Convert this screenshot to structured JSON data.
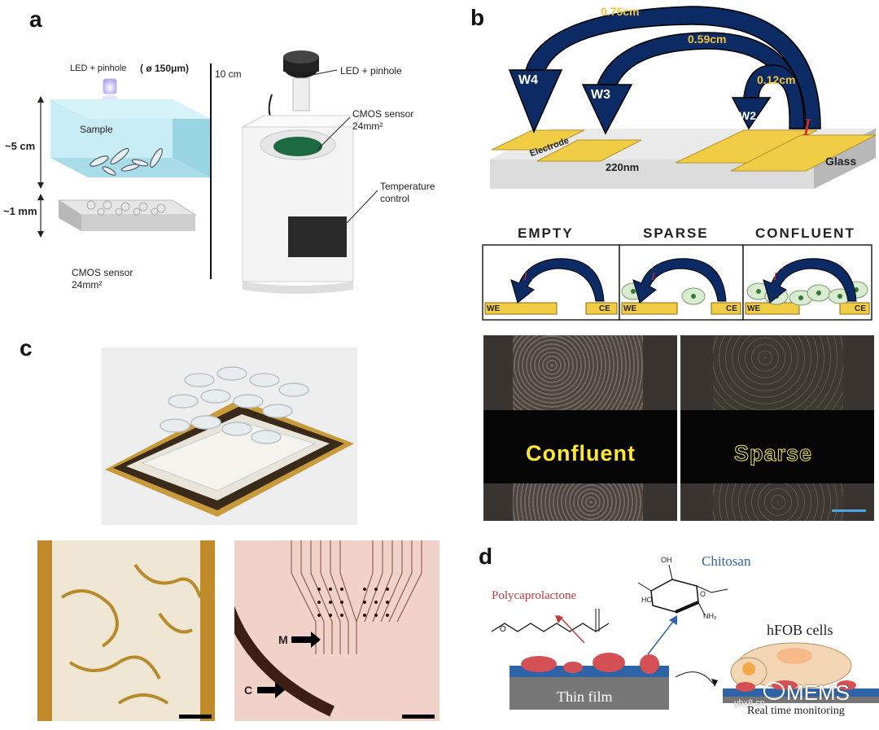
{
  "panel_a": {
    "letter": "a",
    "led_pinhole_left": "LED + pinhole",
    "pinhole_diameter": "( ø 150μm)",
    "sample": "Sample",
    "dim_5cm": "~5 cm",
    "dim_1mm": "~1 mm",
    "cmos_left_line1": "CMOS sensor",
    "cmos_left_line2": "24mm²",
    "height_10cm": "10 cm",
    "led_pinhole_right": "LED + pinhole",
    "cmos_right_line1": "CMOS sensor",
    "cmos_right_line2": "24mm²",
    "temp_line1": "Temperature",
    "temp_line2": "control"
  },
  "panel_b": {
    "letter": "b",
    "dist_w4": "0.75cm",
    "dist_w3": "0.59cm",
    "dist_w2": "0.12cm",
    "w4": "W4",
    "w3": "W3",
    "w2": "W2",
    "current": "I",
    "electrode": "Electrode",
    "thickness": "220nm",
    "glass": "Glass",
    "state_empty": "EMPTY",
    "state_sparse": "SPARSE",
    "state_confluent": "CONFLUENT",
    "we": "WE",
    "ce": "CE",
    "photo_confluent": "Confluent",
    "photo_sparse": "Sparse"
  },
  "panel_c": {
    "letter": "c",
    "label_m": "M",
    "label_c": "C"
  },
  "panel_d": {
    "letter": "d",
    "chitosan": "Chitosan",
    "polycaprolactone": "Polycaprolactone",
    "hfob": "hFOB cells",
    "thin_film": "Thin film",
    "monitoring": "Real time monitoring",
    "oh": "OH",
    "ho": "HO",
    "nh2": "NH₂",
    "o": "O"
  },
  "watermark": {
    "brand": "MEMS",
    "site": "ybx8.cn"
  },
  "colors": {
    "navy_arrow": "#0c2a63",
    "gold_electrode": "#f1cc45",
    "orange_label": "#f3c23a",
    "red_current": "#d42a2a",
    "chitosan_blue": "#2f63a8",
    "pcl_red": "#c0393b"
  }
}
